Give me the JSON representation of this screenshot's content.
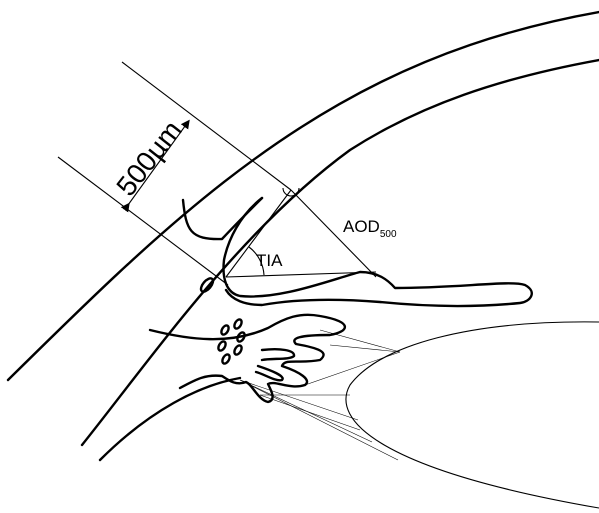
{
  "labels": {
    "distance": "500µm",
    "aod_main": "AOD",
    "aod_sub": "500",
    "tia": "TIA"
  }
}
